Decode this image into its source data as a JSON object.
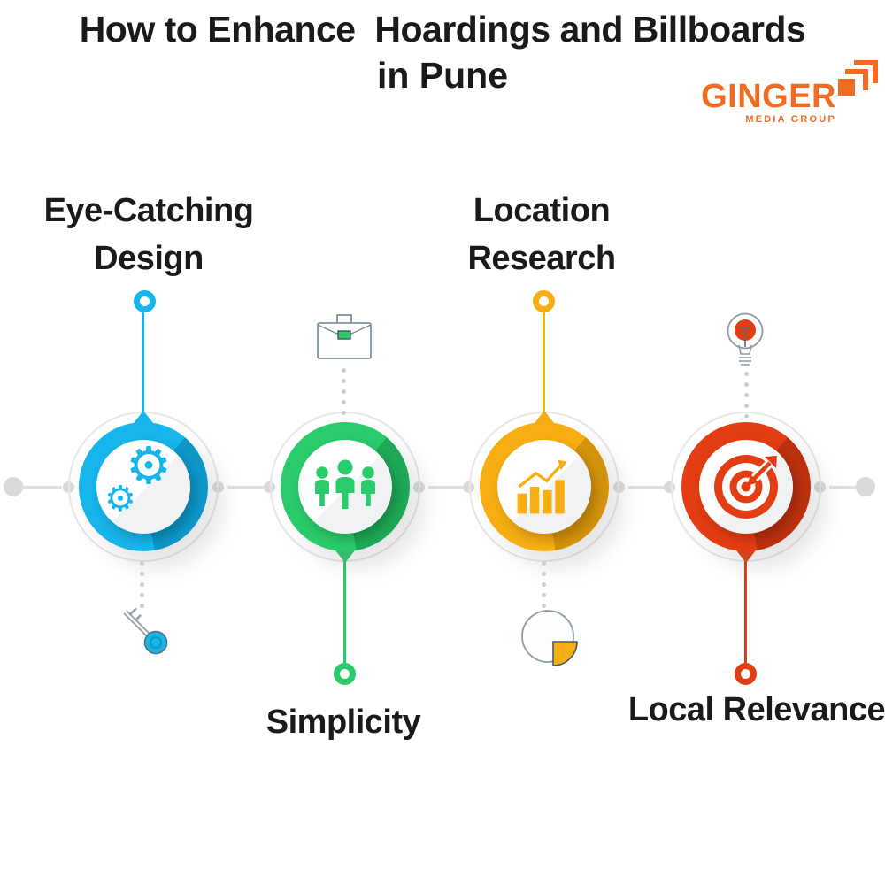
{
  "title": {
    "line1": "How to Enhance  Hoardings and Billboards",
    "line2": "in Pune"
  },
  "logo": {
    "brand": "GINGER",
    "tagline": "MEDIA GROUP",
    "color": "#F26B21",
    "mark": "stacked-frames-icon"
  },
  "theme": {
    "cyan": "#17B5EA",
    "cyan-d": "#0D97C8",
    "green": "#2ACB6B",
    "green-d": "#1DA955",
    "yellow": "#F7AE13",
    "yellow-d": "#D3920C",
    "red": "#E33D13",
    "red-d": "#BC300E",
    "logo": "#F26B21",
    "text": "#1A1A1A",
    "icon-outline": "#7E929E",
    "connector-gray": "#E0E0E0",
    "dot-gray": "#D9D9D9"
  },
  "steps": [
    {
      "label": "Eye-Catching Design",
      "color": "#17B5EA",
      "label_position": "top",
      "main_icon": "gears-icon",
      "aux_icon": "key-icon",
      "aux_position": "bottom"
    },
    {
      "label": "Simplicity",
      "color": "#2ACB6B",
      "label_position": "bottom",
      "main_icon": "people-group-icon",
      "aux_icon": "briefcase-icon",
      "aux_position": "top"
    },
    {
      "label": "Location Research",
      "color": "#F7AE13",
      "label_position": "top",
      "main_icon": "growth-bar-chart-icon",
      "aux_icon": "pie-chart-icon",
      "aux_position": "bottom"
    },
    {
      "label": "Local Relevance",
      "color": "#E33D13",
      "label_position": "bottom",
      "main_icon": "target-dart-icon",
      "aux_icon": "light-bulb-icon",
      "aux_position": "top"
    }
  ],
  "glyphs": {
    "gear": "⚙"
  }
}
